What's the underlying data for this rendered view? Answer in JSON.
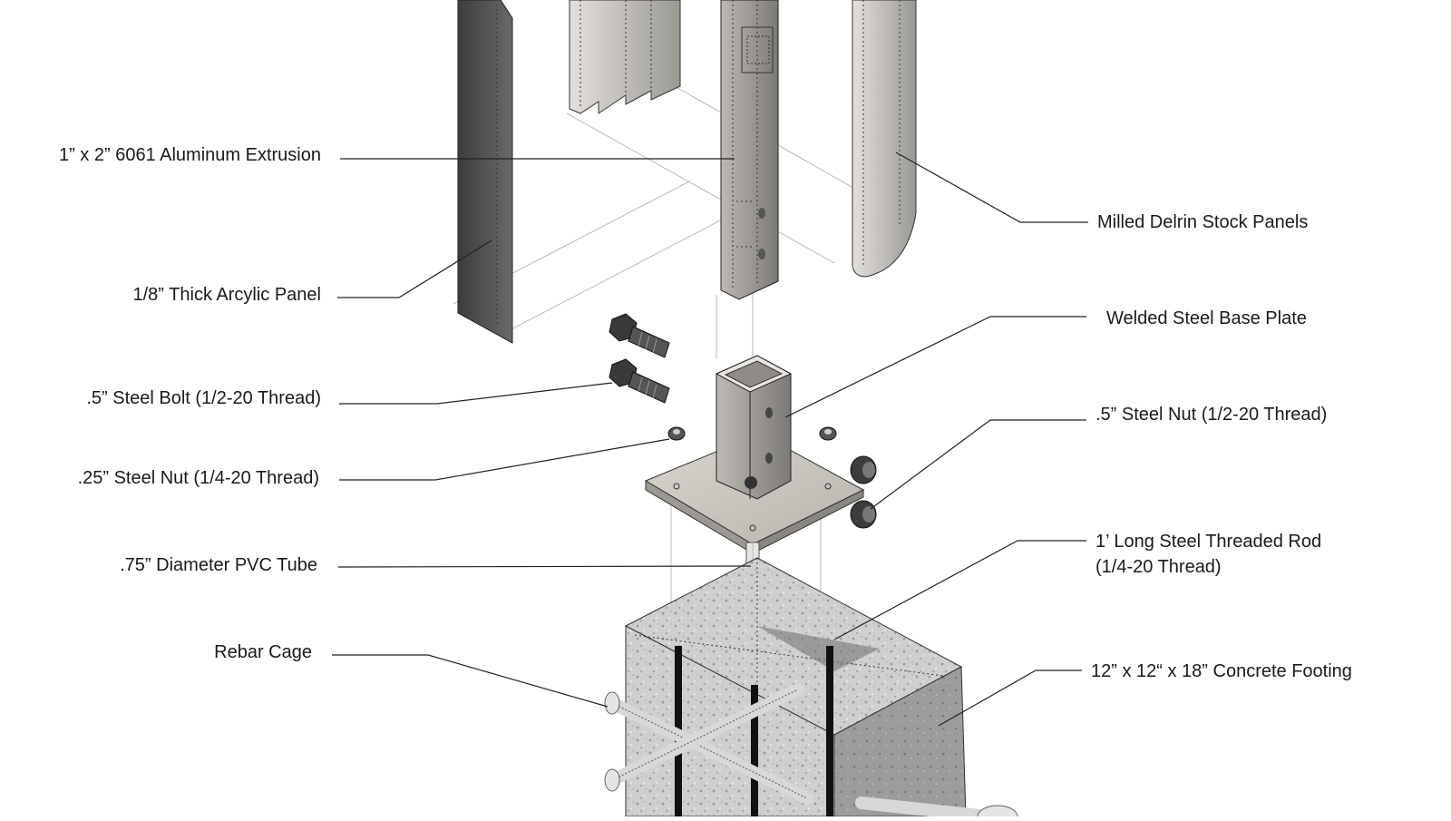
{
  "colors": {
    "background": "#ffffff",
    "steel_dark": "#4a4a4a",
    "steel_mid": "#8a8a8a",
    "steel_light": "#d0ccc6",
    "concrete": "#c8c8c8",
    "leader_line": "#222222"
  },
  "callouts_left": [
    {
      "id": "aluminum",
      "text": "1” x 2” 6061 Aluminum Extrusion"
    },
    {
      "id": "acrylic",
      "text": "1/8” Thick Arcylic Panel"
    },
    {
      "id": "bolt",
      "text": ".5” Steel Bolt (1/2-20 Thread)"
    },
    {
      "id": "nut_small",
      "text": ".25” Steel Nut (1/4-20 Thread)"
    },
    {
      "id": "pvc",
      "text": ".75” Diameter PVC Tube"
    },
    {
      "id": "rebar",
      "text": "Rebar Cage"
    }
  ],
  "callouts_right": [
    {
      "id": "delrin",
      "text": "Milled Delrin Stock Panels"
    },
    {
      "id": "baseplate",
      "text": "Welded Steel Base Plate"
    },
    {
      "id": "nut_large",
      "text": ".5” Steel Nut (1/2-20 Thread)"
    },
    {
      "id": "rod_line1",
      "text": "1’ Long Steel Threaded Rod"
    },
    {
      "id": "rod_line2",
      "text": "(1/4-20 Thread)"
    },
    {
      "id": "footing",
      "text": "12” x 12“ x 18” Concrete Footing"
    }
  ]
}
